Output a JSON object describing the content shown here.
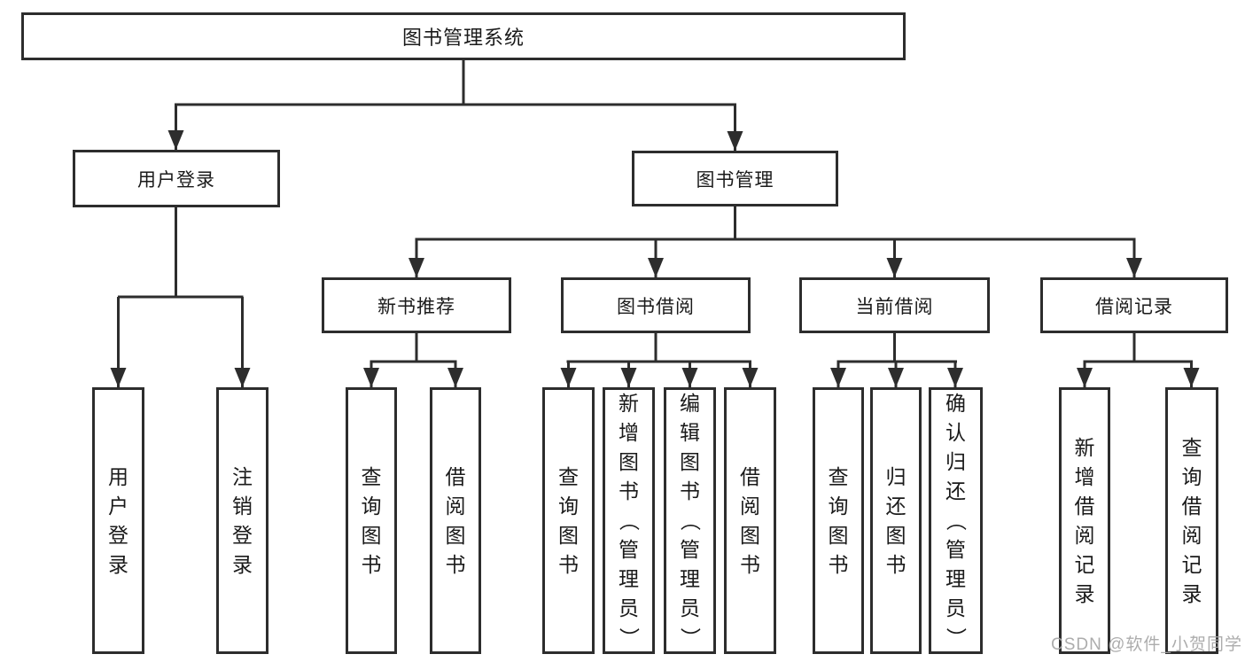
{
  "diagram": {
    "title": "图书管理系统",
    "colors": {
      "line": "#2d2d2d",
      "text": "#1a1a1a",
      "background": "#ffffff",
      "watermark": "#a6a6a6"
    },
    "root": {
      "label": "图书管理系统"
    },
    "level2": {
      "user_login": {
        "label": "用户登录"
      },
      "book_mgmt": {
        "label": "图书管理"
      }
    },
    "level3": {
      "new_book_rec": {
        "label": "新书推荐"
      },
      "book_borrow": {
        "label": "图书借阅"
      },
      "current_borrow": {
        "label": "当前借阅"
      },
      "borrow_record": {
        "label": "借阅记录"
      }
    },
    "leaves": {
      "user_login": "用户登录",
      "logout": "注销登录",
      "rec_query": "查询图书",
      "rec_borrow": "借阅图书",
      "bor_query": "查询图书",
      "bor_add": "新增图书（管理员）",
      "bor_edit": "编辑图书（管理员）",
      "bor_borrow": "借阅图书",
      "cur_query": "查询图书",
      "cur_return": "归还图书",
      "cur_confirm": "确认归还（管理员）",
      "record_add": "新增借阅记录",
      "record_query": "查询借阅记录"
    },
    "watermark": "CSDN @软件_小贺同学"
  }
}
